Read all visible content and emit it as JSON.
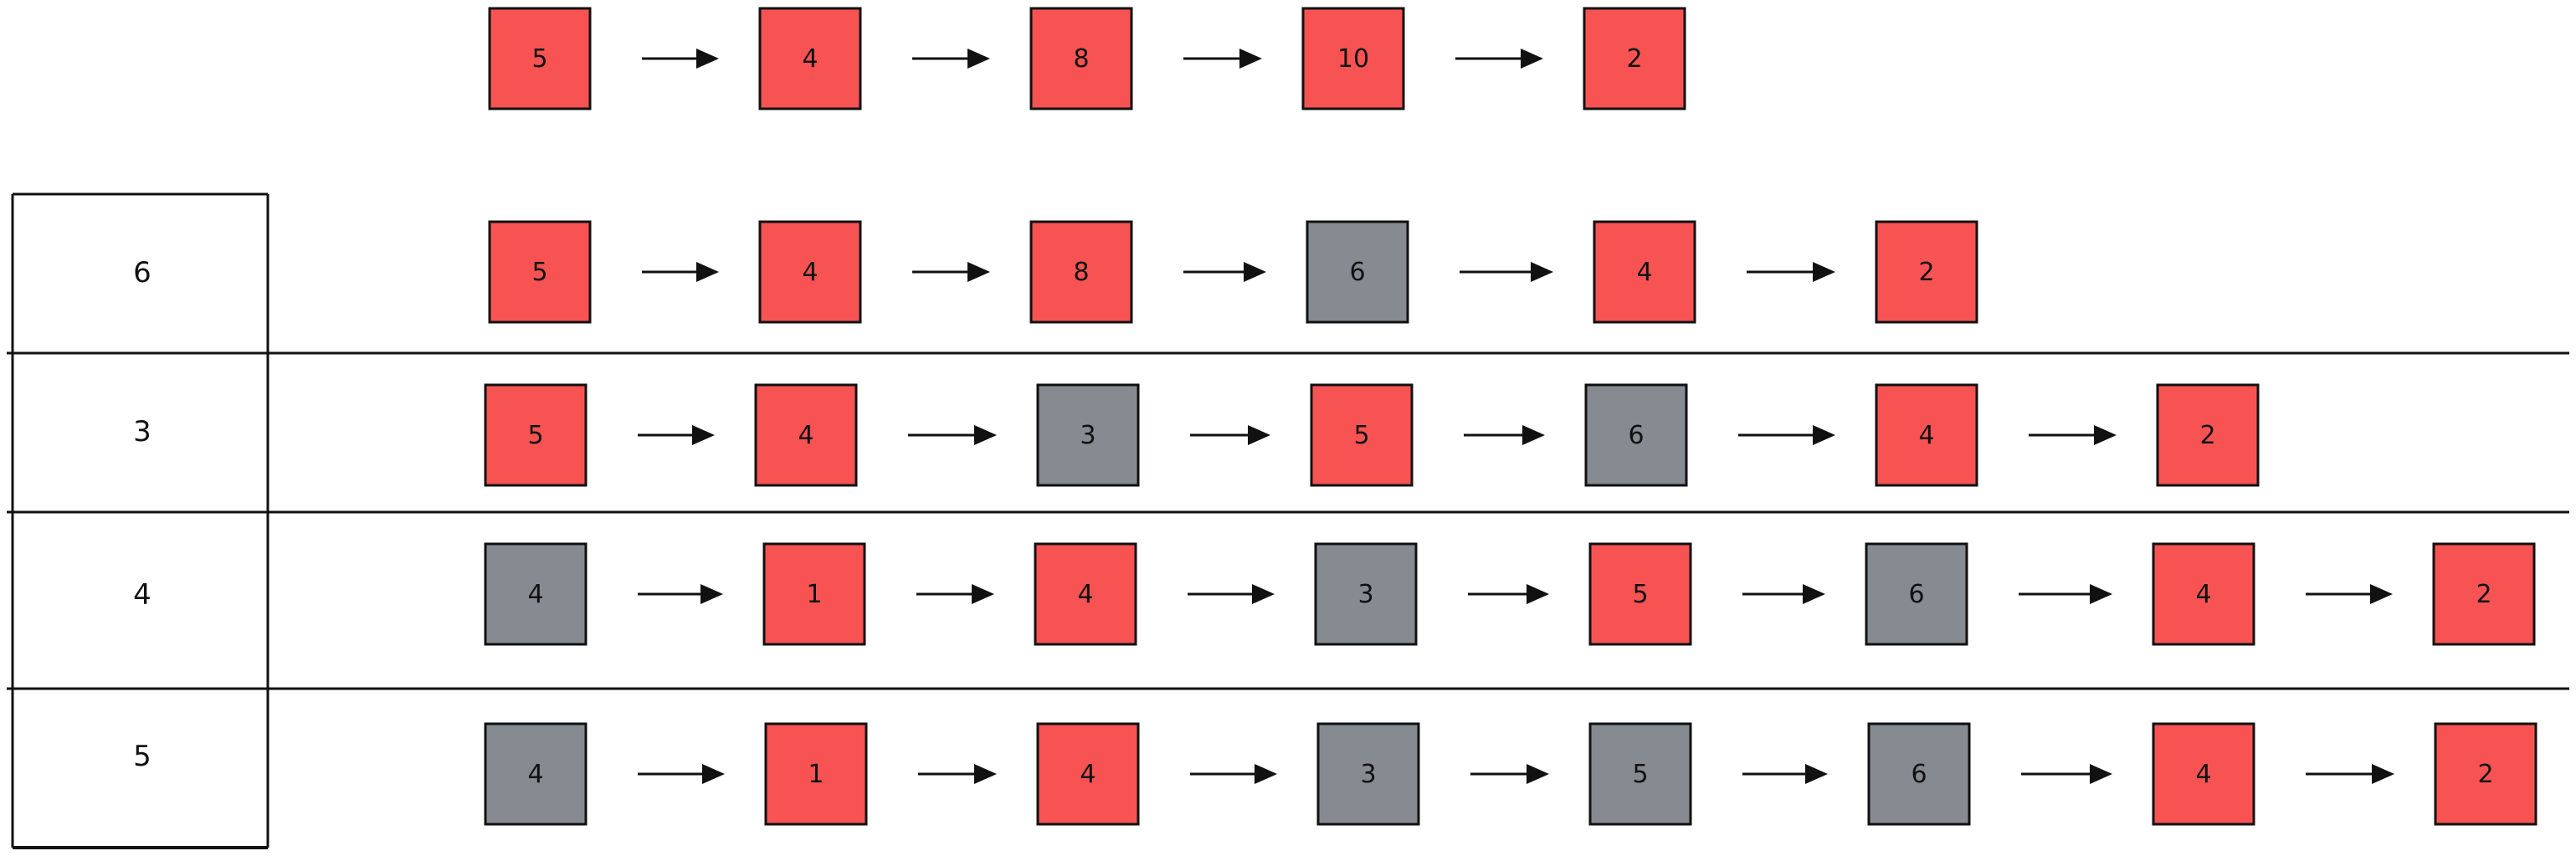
{
  "colors": {
    "red": "#f75353",
    "gray": "#868a91",
    "stroke": "#111111",
    "background": "#ffffff"
  },
  "top_row": {
    "nodes": [
      {
        "value": "5",
        "color": "red"
      },
      {
        "value": "4",
        "color": "red"
      },
      {
        "value": "8",
        "color": "red"
      },
      {
        "value": "10",
        "color": "red"
      },
      {
        "value": "2",
        "color": "red"
      }
    ]
  },
  "rows": [
    {
      "label": "6",
      "nodes": [
        {
          "value": "5",
          "color": "red"
        },
        {
          "value": "4",
          "color": "red"
        },
        {
          "value": "8",
          "color": "red"
        },
        {
          "value": "6",
          "color": "gray"
        },
        {
          "value": "4",
          "color": "red"
        },
        {
          "value": "2",
          "color": "red"
        }
      ]
    },
    {
      "label": "3",
      "nodes": [
        {
          "value": "5",
          "color": "red"
        },
        {
          "value": "4",
          "color": "red"
        },
        {
          "value": "3",
          "color": "gray"
        },
        {
          "value": "5",
          "color": "red"
        },
        {
          "value": "6",
          "color": "gray"
        },
        {
          "value": "4",
          "color": "red"
        },
        {
          "value": "2",
          "color": "red"
        }
      ]
    },
    {
      "label": "4",
      "nodes": [
        {
          "value": "4",
          "color": "gray"
        },
        {
          "value": "1",
          "color": "red"
        },
        {
          "value": "4",
          "color": "red"
        },
        {
          "value": "3",
          "color": "gray"
        },
        {
          "value": "5",
          "color": "red"
        },
        {
          "value": "6",
          "color": "gray"
        },
        {
          "value": "4",
          "color": "red"
        },
        {
          "value": "2",
          "color": "red"
        }
      ]
    },
    {
      "label": "5",
      "nodes": [
        {
          "value": "4",
          "color": "gray"
        },
        {
          "value": "1",
          "color": "red"
        },
        {
          "value": "4",
          "color": "red"
        },
        {
          "value": "3",
          "color": "gray"
        },
        {
          "value": "5",
          "color": "gray"
        },
        {
          "value": "6",
          "color": "gray"
        },
        {
          "value": "4",
          "color": "red"
        },
        {
          "value": "2",
          "color": "red"
        }
      ]
    }
  ]
}
